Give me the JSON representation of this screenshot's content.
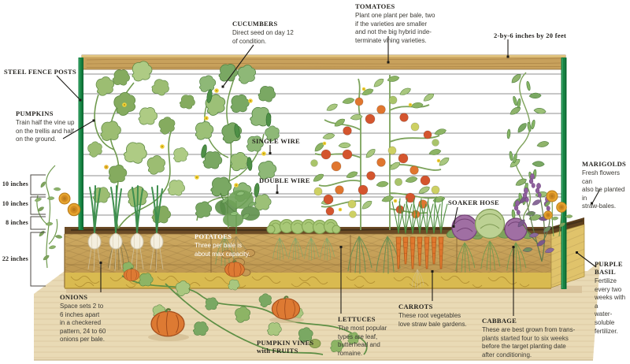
{
  "labels": {
    "steel_fence_posts": {
      "title": "STEEL FENCE POSTS"
    },
    "pumpkins": {
      "title": "PUMPKINS",
      "body": "Train half the vine up\non the trellis and half\non the ground."
    },
    "cucumbers": {
      "title": "CUCUMBERS",
      "body": "Direct seed on day 12\nof condition."
    },
    "tomatoes": {
      "title": "TOMATOES",
      "body": "Plant one plant per bale, two\nif the varieties are smaller\nand not the big hybrid inde-\nterminate vining varieties."
    },
    "board_size": {
      "title": "2-by-6 inches by 20 feet"
    },
    "single_wire": {
      "title": "SINGLE WIRE"
    },
    "double_wire": {
      "title": "DOUBLE WIRE"
    },
    "soaker_hose": {
      "title": "SOAKER HOSE"
    },
    "marigolds": {
      "title": "MARIGOLDS",
      "body": "Fresh flowers can\nalso be planted in\nstraw-bales."
    },
    "purple_basil": {
      "title": "PURPLE\nBASIL",
      "body": "Fertilize\nevery two\nweeks with a\nwater-soluble\nfertilizer."
    },
    "onions": {
      "title": "ONIONS",
      "body": "Space sets 2 to\n6 inches apart\nin a checkered\npattern, 24 to 60\nonions per bale."
    },
    "potatoes": {
      "title": "POTATOES",
      "body": "Three per bale is\nabout max capacity."
    },
    "pumpkin_vines": {
      "title": "PUMPKIN VINES\nwith FRUITS"
    },
    "lettuces": {
      "title": "LETTUCES",
      "body": "The most popular\ntypes are leaf,\nbutterhead and\nromaine."
    },
    "carrots": {
      "title": "CARROTS",
      "body": "These root vegetables\nlove straw bale gardens."
    },
    "cabbage": {
      "title": "CABBAGE",
      "body": "These are best grown from trans-\nplants started four to six weeks\nbefore the target planting date\nafter conditioning."
    }
  },
  "measurements": {
    "wire_gap_top": "10 inches",
    "wire_gap_mid": "10 inches",
    "wire_gap_bottom": "8 inches",
    "bale_height": "22 inches"
  },
  "palette": {
    "post_green": "#15803f",
    "bale_gold": "#c9a45e",
    "straw_yellow": "#d9ba50",
    "soil_brown": "#6b4b26",
    "wood_board": "#c8a15c",
    "ground_tan": "#e9dab5",
    "tomato_red": "#d4552e",
    "pumpkin_orange": "#dd7a33",
    "carrot_orange": "#e0782e",
    "cabbage_purple": "#9b6a9e",
    "marigold_orange": "#e5a32e",
    "basil_purple": "#8f5f9e"
  }
}
